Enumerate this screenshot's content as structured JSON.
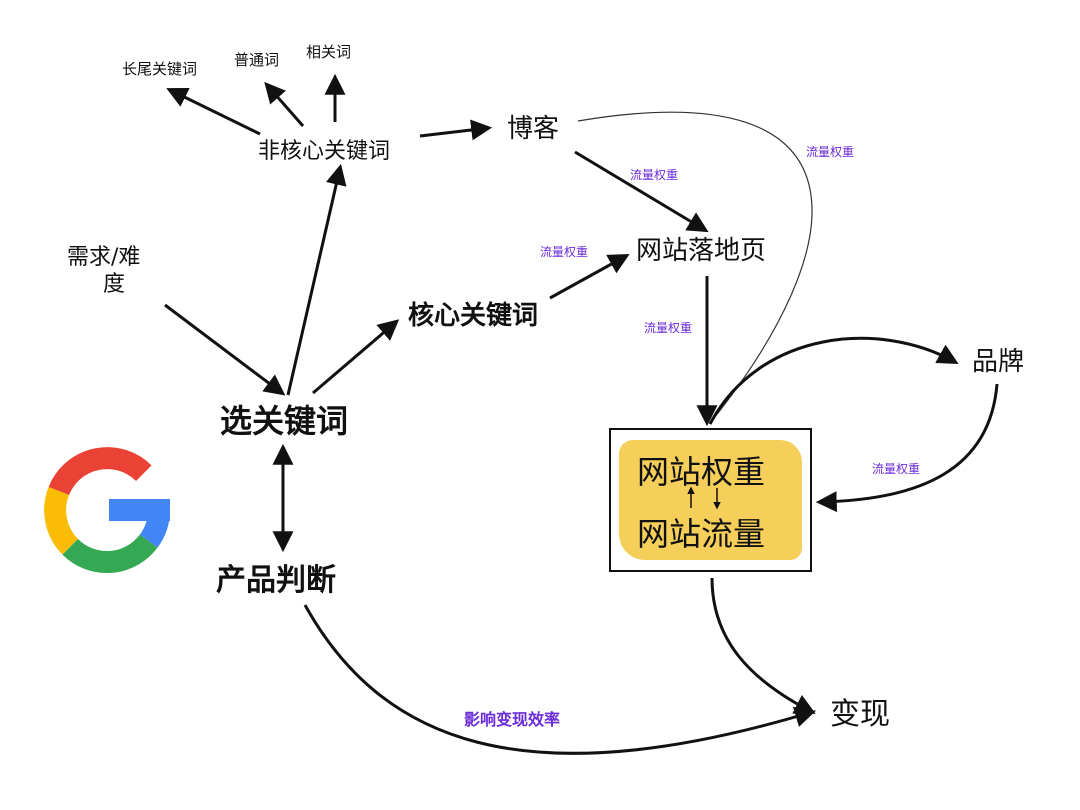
{
  "nodes": {
    "long_tail": "长尾关键词",
    "common": "普通词",
    "related": "相关词",
    "non_core": "非核心关键词",
    "blog": "博客",
    "demand_difficulty_line1": "需求/难",
    "demand_difficulty_line2": "度",
    "landing_page": "网站落地页",
    "core_keyword": "核心关键词",
    "select_keyword": "选关键词",
    "brand": "品牌",
    "site_weight": "网站权重",
    "site_traffic": "网站流量",
    "product_judgment": "产品判断",
    "monetization": "变现"
  },
  "edge_labels": {
    "blog_to_landing": "流量权重",
    "blog_to_box": "流量权重",
    "core_to_landing": "流量权重",
    "landing_to_box": "流量权重",
    "brand_to_box": "流量权重",
    "product_to_monetization": "影响变现效率"
  },
  "colors": {
    "label_purple": "#6a2bd8",
    "highlight_yellow": "#f6cf5a",
    "google_blue": "#4285F4",
    "google_red": "#EA4335",
    "google_yellow": "#FBBC05",
    "google_green": "#34A853"
  }
}
